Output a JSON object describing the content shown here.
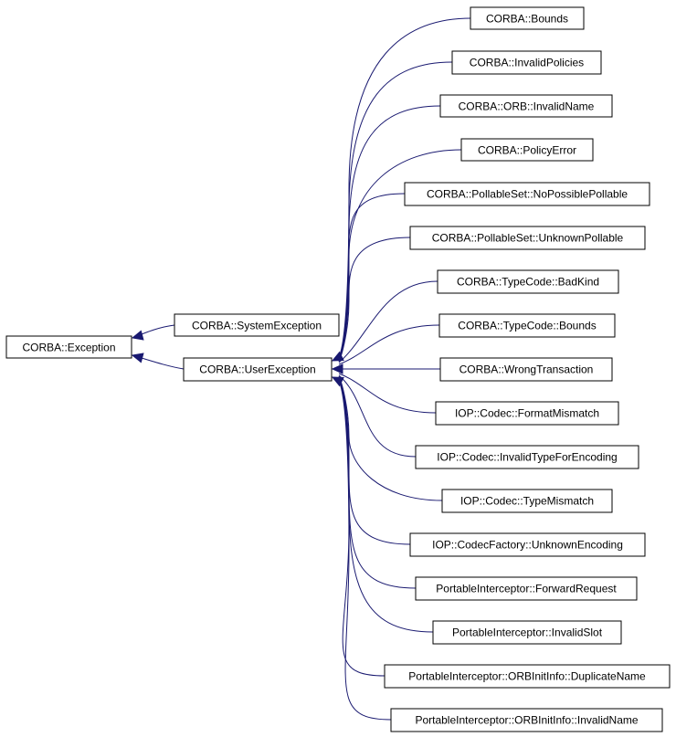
{
  "diagram": {
    "root": {
      "id": "exception",
      "label": "CORBA::Exception"
    },
    "middle": [
      {
        "id": "system_exception",
        "label": "CORBA::SystemException"
      },
      {
        "id": "user_exception",
        "label": "CORBA::UserException"
      }
    ],
    "leaves": [
      {
        "id": "bounds",
        "label": "CORBA::Bounds"
      },
      {
        "id": "invalid_policies",
        "label": "CORBA::InvalidPolicies"
      },
      {
        "id": "orb_invalid_name",
        "label": "CORBA::ORB::InvalidName"
      },
      {
        "id": "policy_error",
        "label": "CORBA::PolicyError"
      },
      {
        "id": "no_possible_pollable",
        "label": "CORBA::PollableSet::NoPossiblePollable"
      },
      {
        "id": "unknown_pollable",
        "label": "CORBA::PollableSet::UnknownPollable"
      },
      {
        "id": "bad_kind",
        "label": "CORBA::TypeCode::BadKind"
      },
      {
        "id": "typecode_bounds",
        "label": "CORBA::TypeCode::Bounds"
      },
      {
        "id": "wrong_transaction",
        "label": "CORBA::WrongTransaction"
      },
      {
        "id": "format_mismatch",
        "label": "IOP::Codec::FormatMismatch"
      },
      {
        "id": "invalid_type_for_encoding",
        "label": "IOP::Codec::InvalidTypeForEncoding"
      },
      {
        "id": "type_mismatch",
        "label": "IOP::Codec::TypeMismatch"
      },
      {
        "id": "unknown_encoding",
        "label": "IOP::CodecFactory::UnknownEncoding"
      },
      {
        "id": "forward_request",
        "label": "PortableInterceptor::ForwardRequest"
      },
      {
        "id": "invalid_slot",
        "label": "PortableInterceptor::InvalidSlot"
      },
      {
        "id": "duplicate_name",
        "label": "PortableInterceptor::ORBInitInfo::DuplicateName"
      },
      {
        "id": "orbinitinfo_invalid_name",
        "label": "PortableInterceptor::ORBInitInfo::InvalidName"
      }
    ],
    "edges": [
      {
        "from": "system_exception",
        "to": "exception"
      },
      {
        "from": "user_exception",
        "to": "exception"
      },
      {
        "from": "bounds",
        "to": "user_exception"
      },
      {
        "from": "invalid_policies",
        "to": "user_exception"
      },
      {
        "from": "orb_invalid_name",
        "to": "user_exception"
      },
      {
        "from": "policy_error",
        "to": "user_exception"
      },
      {
        "from": "no_possible_pollable",
        "to": "user_exception"
      },
      {
        "from": "unknown_pollable",
        "to": "user_exception"
      },
      {
        "from": "bad_kind",
        "to": "user_exception"
      },
      {
        "from": "typecode_bounds",
        "to": "user_exception"
      },
      {
        "from": "wrong_transaction",
        "to": "user_exception"
      },
      {
        "from": "format_mismatch",
        "to": "user_exception"
      },
      {
        "from": "invalid_type_for_encoding",
        "to": "user_exception"
      },
      {
        "from": "type_mismatch",
        "to": "user_exception"
      },
      {
        "from": "unknown_encoding",
        "to": "user_exception"
      },
      {
        "from": "forward_request",
        "to": "user_exception"
      },
      {
        "from": "invalid_slot",
        "to": "user_exception"
      },
      {
        "from": "duplicate_name",
        "to": "user_exception"
      },
      {
        "from": "orbinitinfo_invalid_name",
        "to": "user_exception"
      }
    ],
    "colors": {
      "edge": "#191970",
      "box_border": "#000000",
      "background": "#ffffff"
    }
  }
}
